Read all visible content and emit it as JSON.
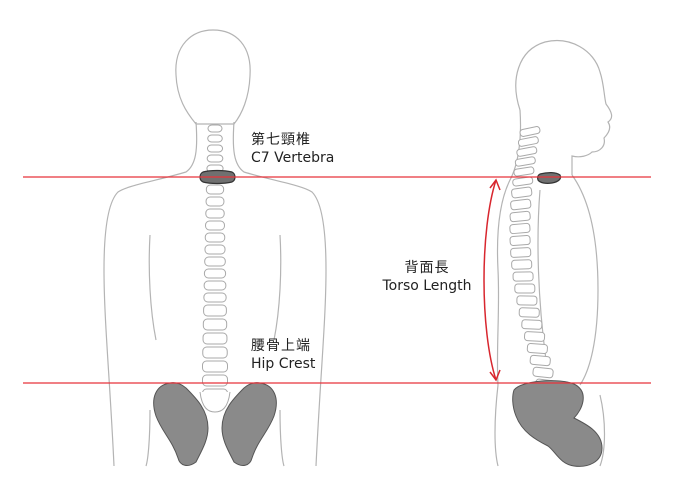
{
  "labels": {
    "c7": {
      "jp": "第七頸椎",
      "en": "C7 Vertebra"
    },
    "torso": {
      "jp": "背面長",
      "en": "Torso Length"
    },
    "hip": {
      "jp": "腰骨上端",
      "en": "Hip Crest"
    }
  },
  "colors": {
    "guide_line": "#e8333b",
    "arrow": "#d8262e",
    "outline": "#b0b0b0",
    "bone_fill": "#ffffff",
    "highlight_fill": "#707070",
    "pelvis_fill": "#8a8a8a"
  }
}
